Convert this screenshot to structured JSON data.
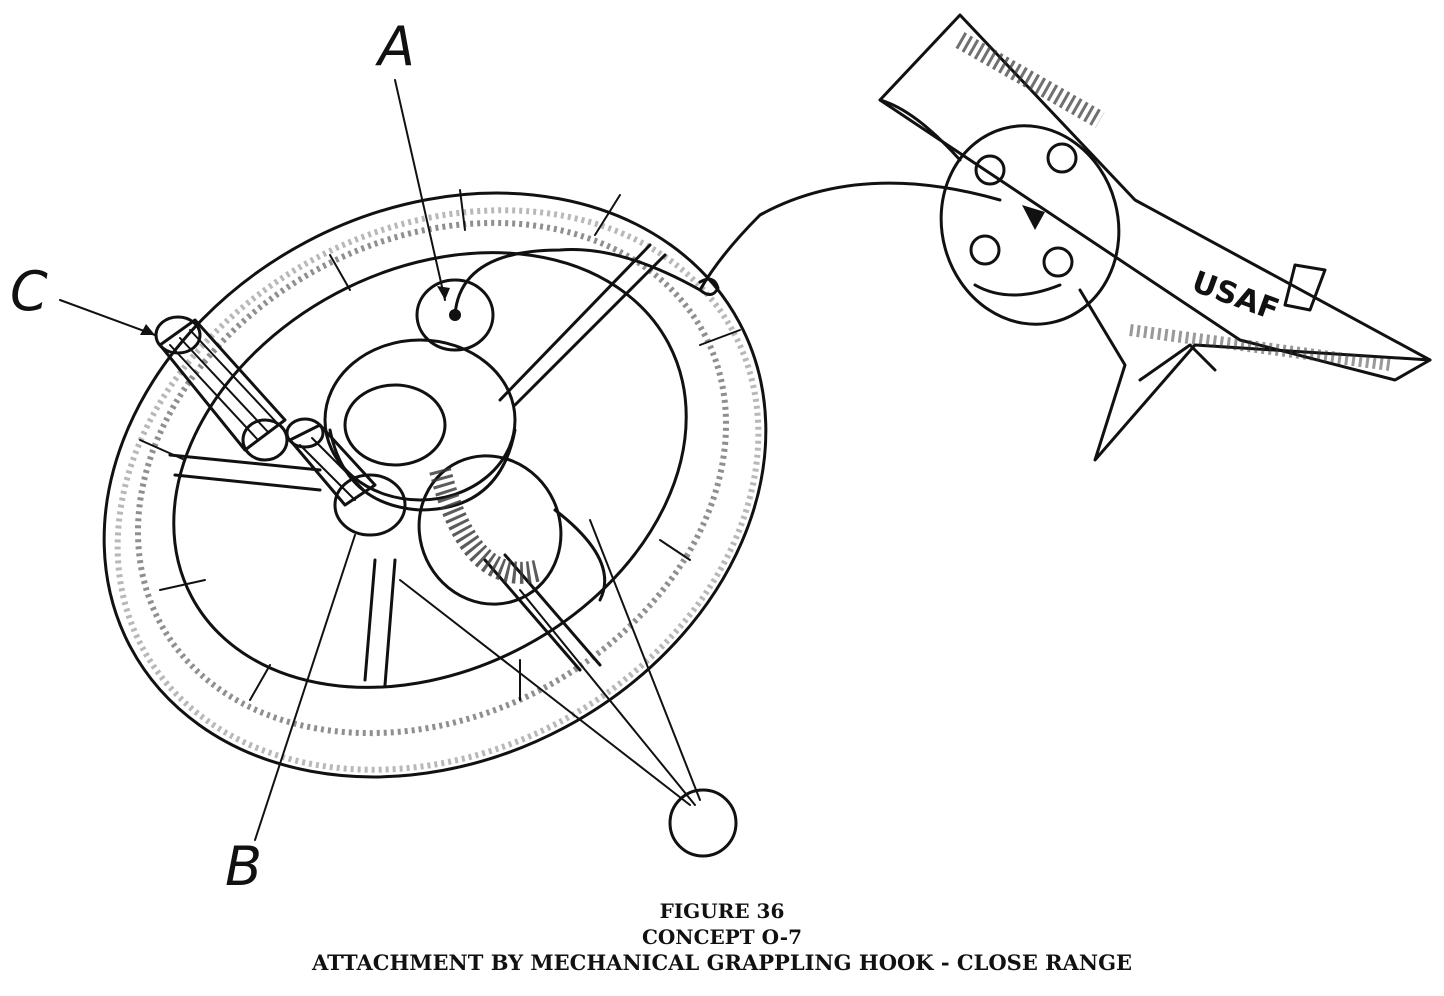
{
  "figure": {
    "number": "FIGURE 36",
    "concept": "CONCEPT O-7",
    "title": "ATTACHMENT BY MECHANICAL GRAPPLING HOOK - CLOSE RANGE"
  },
  "callouts": {
    "a": "A",
    "b": "B",
    "c": "C"
  },
  "vehicle_marking": "USAF",
  "colors": {
    "ink": "#111111",
    "paper": "#ffffff"
  }
}
